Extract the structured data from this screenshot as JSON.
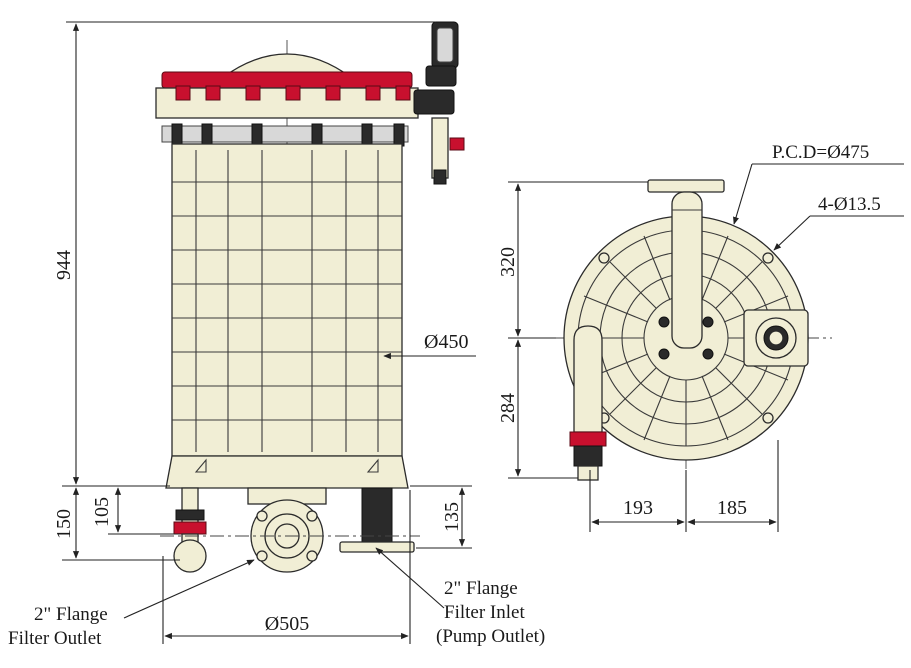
{
  "front_view": {
    "dimensions": {
      "overall_height": "944",
      "diameter_body": "Ø450",
      "outlet_height": "150",
      "outlet_offset": "105",
      "inlet_height": "135",
      "base_diameter": "Ø505"
    },
    "callouts": {
      "outlet_line1": "2\" Flange",
      "outlet_line2": "Filter Outlet",
      "inlet_line1": "2\" Flange",
      "inlet_line2": "Filter Inlet",
      "inlet_line3": "(Pump Outlet)"
    }
  },
  "top_view": {
    "dimensions": {
      "upper": "320",
      "lower": "284",
      "left": "193",
      "right": "185"
    },
    "callouts": {
      "pcd": "P.C.D=Ø475",
      "holes": "4-Ø13.5"
    }
  },
  "colors": {
    "body": "#f1eed5",
    "flange_red": "#c8102e",
    "dark": "#2a2a2a"
  }
}
